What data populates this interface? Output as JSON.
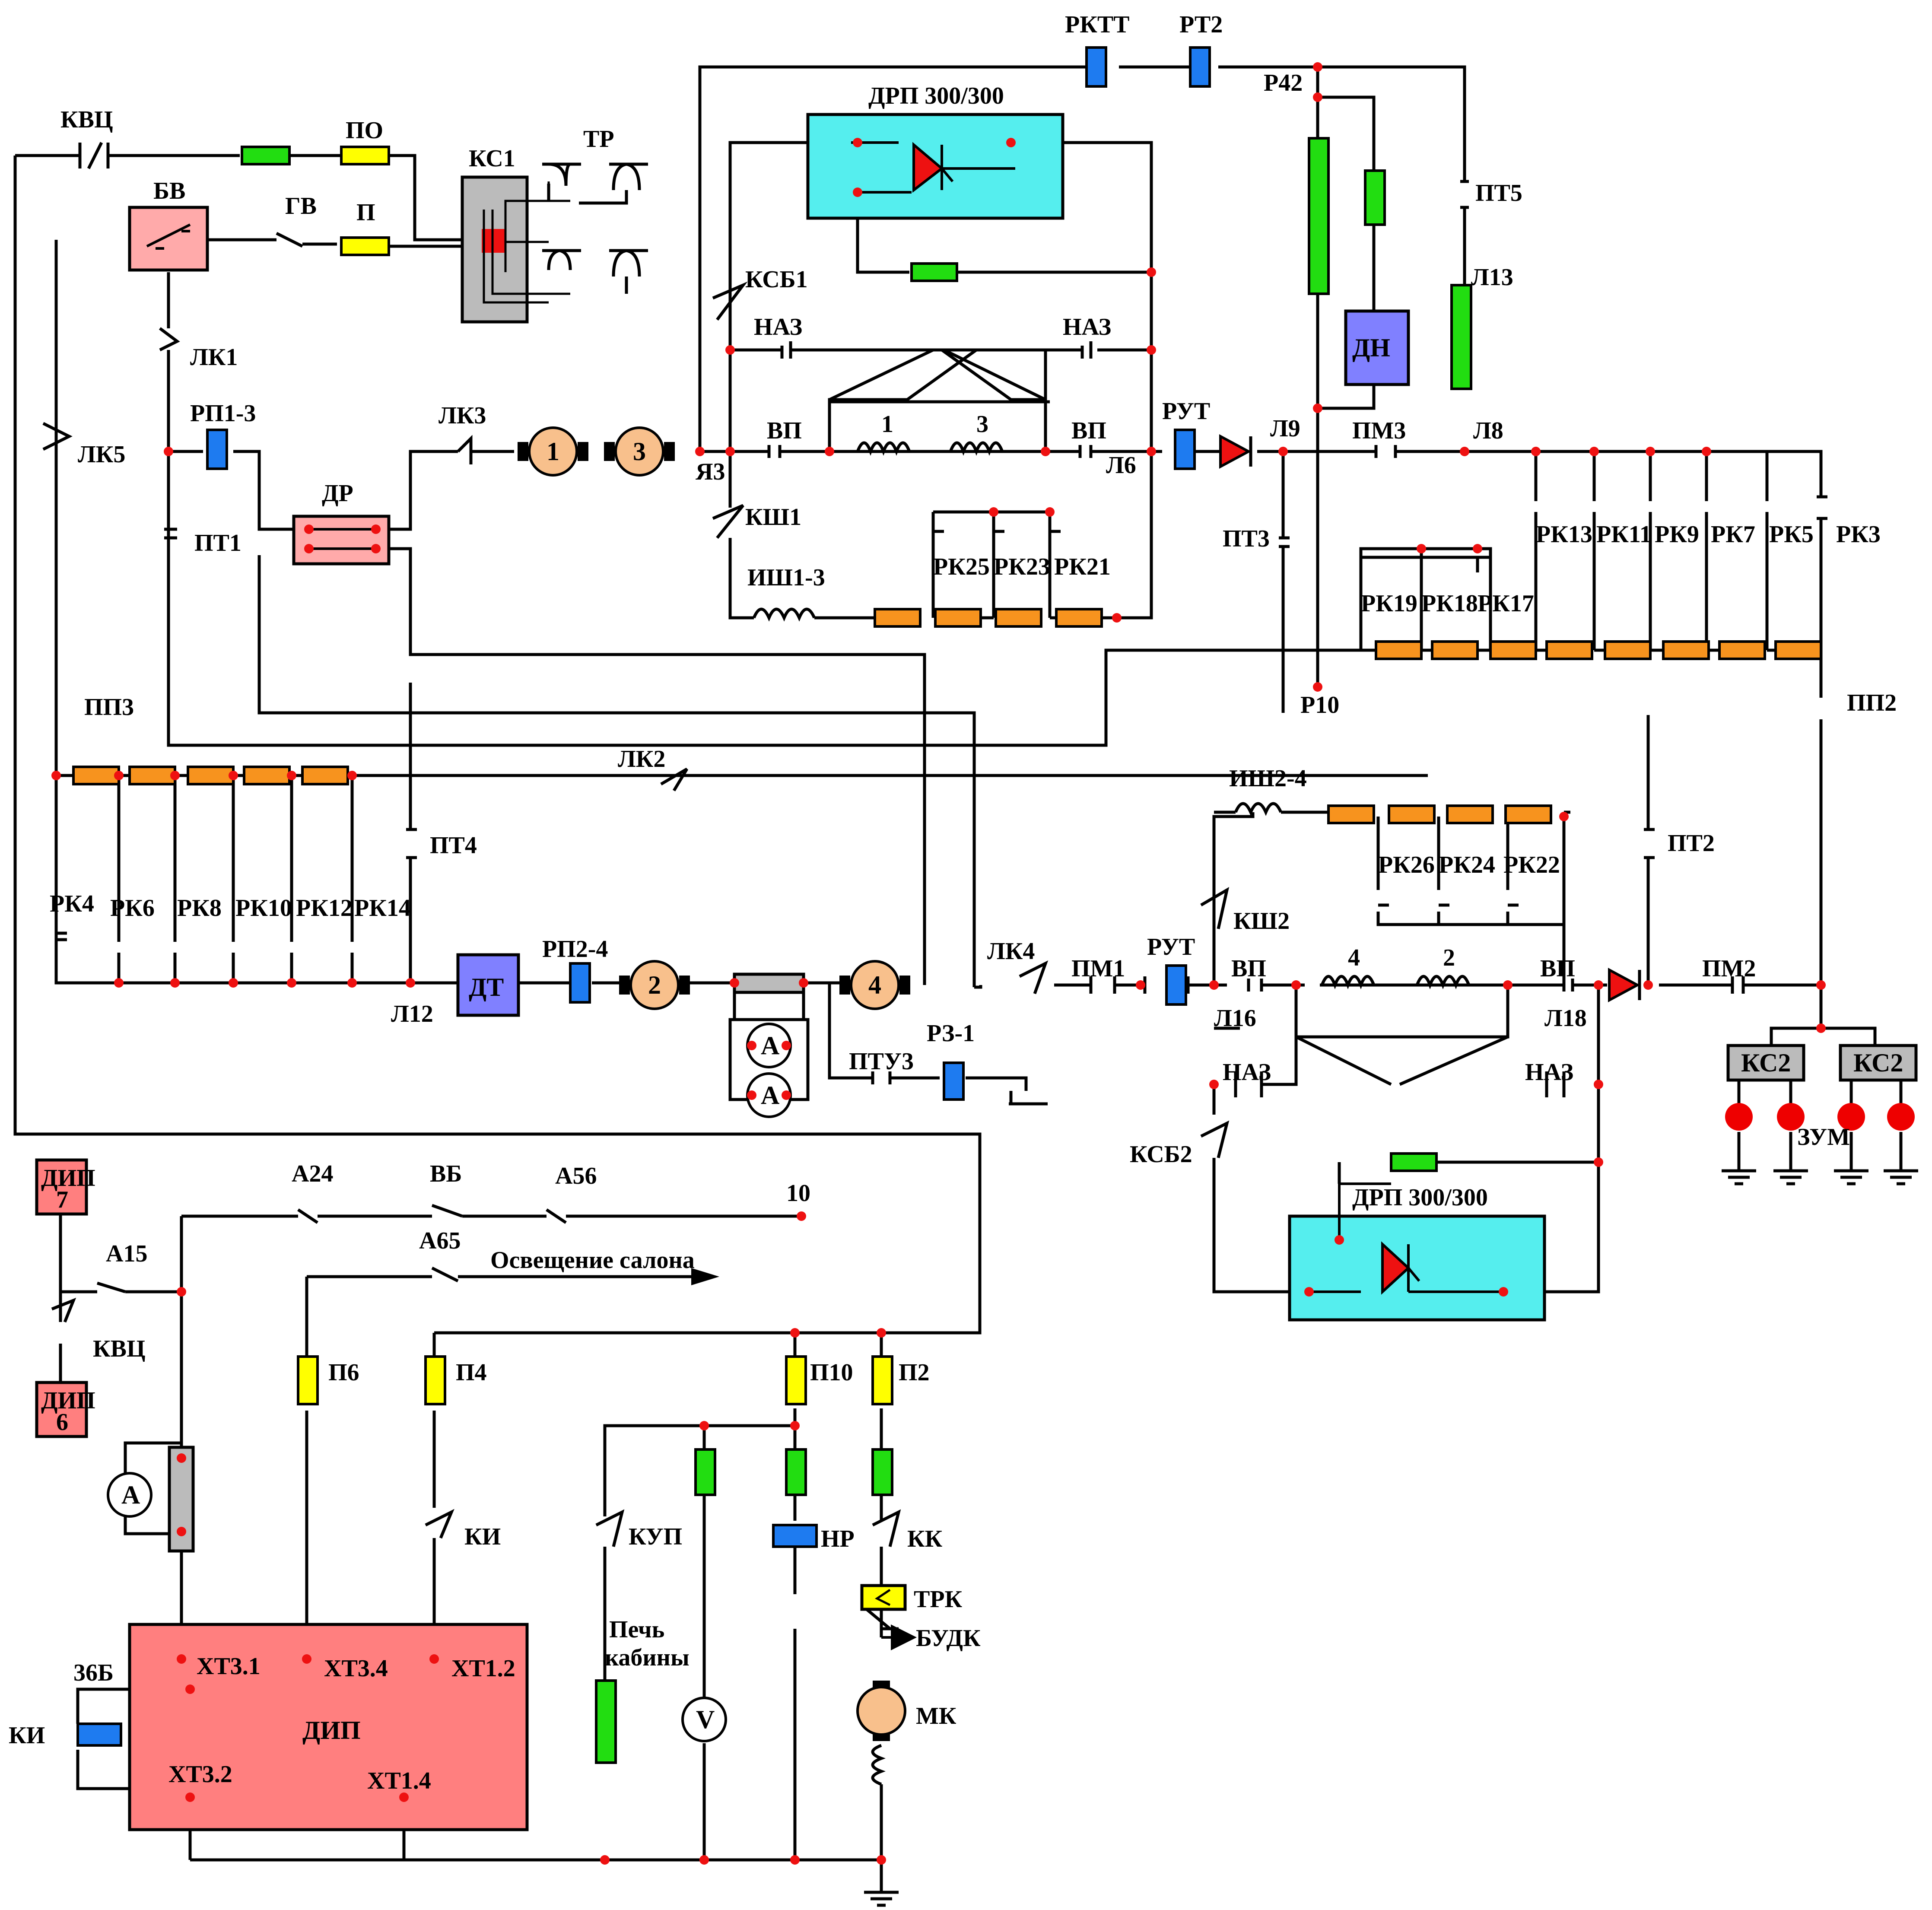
{
  "colors": {
    "resistor": "#f7931e",
    "coil_green": "#22dd11",
    "fuse_yellow": "#ffff00",
    "relay_blue": "#1e7bf0",
    "motor": "#f8c08c",
    "junction": "#ee1111",
    "dip": "#ff7f7f",
    "drp": "#55eeee",
    "grey": "#bbbbbb",
    "violet": "#8080ff",
    "diode": "#ee1111",
    "lamp": "#ee0000"
  },
  "labels": {
    "kvc_top": "КВЦ",
    "po": "ПО",
    "ks1": "КС1",
    "tr": "ТР",
    "bv": "БВ",
    "gv": "ГВ",
    "p": "П",
    "lk1": "ЛК1",
    "lk5": "ЛК5",
    "rp13": "РП1-3",
    "pt1": "ПТ1",
    "dr": "ДР",
    "lk3": "ЛК3",
    "ya3": "Я3",
    "vp1": "ВП",
    "vp2": "ВП",
    "l6": "Л6",
    "rut1": "РУТ",
    "l9": "Л9",
    "pm3": "ПМ3",
    "l8": "Л8",
    "rktt": "РКТТ",
    "rt2": "РТ2",
    "r42": "Р42",
    "drp1": "ДРП 300/300",
    "ksb1": "КСБ1",
    "naz1": "НАЗ",
    "naz2": "НАЗ",
    "pt5": "ПТ5",
    "l13": "Л13",
    "dn": "ДН",
    "ksh1": "КШ1",
    "ish13": "ИШ1-3",
    "rk25": "РК25",
    "rk23": "РК23",
    "rk21": "РК21",
    "pt3": "ПТ3",
    "rk13": "РК13",
    "rk11": "РК11",
    "rk9": "РК9",
    "rk7": "РК7",
    "rk5": "РК5",
    "rk3": "РК3",
    "rk19": "РК19",
    "rk18": "РК18",
    "rk17": "РК17",
    "r10": "Р10",
    "pp2": "ПП2",
    "pp3": "ПП3",
    "lk2": "ЛК2",
    "pt4": "ПТ4",
    "ish24": "ИШ2-4",
    "rk26": "РК26",
    "rk24": "РК24",
    "rk22": "РК22",
    "ksh2": "КШ2",
    "pt2": "ПТ2",
    "rk4": "РК4",
    "rk6": "РК6",
    "rk8": "РК8",
    "rk10": "РК10",
    "rk12": "РК12",
    "rk14": "РК14",
    "l12": "Л12",
    "dt": "ДТ",
    "rp24": "РП2-4",
    "lk4": "ЛК4",
    "pm1": "ПМ1",
    "rut2": "РУТ",
    "vp3": "ВП",
    "vp4": "ВП",
    "l16": "Л16",
    "l18": "Л18",
    "pm2": "ПМ2",
    "ptu3": "ПТУ3",
    "rz1": "РЗ-1",
    "naz3": "НАЗ",
    "naz4": "НАЗ",
    "ksb2": "КСБ2",
    "drp2": "ДРП 300/300",
    "ks2a": "КС2",
    "ks2b": "КС2",
    "zum": "ЗУМ",
    "dip7": "ДИП 7",
    "dip6": "ДИП 6",
    "a15": "А15",
    "kvc_bot": "КВЦ",
    "a24": "А24",
    "vb": "ВБ",
    "a56": "А56",
    "n10": "10",
    "a65": "А65",
    "salon": "Освещение салона",
    "p6": "П6",
    "p4": "П4",
    "p10": "П10",
    "p2": "П2",
    "ki_top": "КИ",
    "kup": "КУП",
    "nr": "НР",
    "kk": "КК",
    "trk": "ТРК",
    "budk": "БУДК",
    "mk": "МК",
    "pech1": "Печь",
    "pech2": "кабины",
    "b36": "36Б",
    "ki_left": "КИ",
    "dip": "ДИП",
    "xt31": "ХТ3.1",
    "xt34": "ХТ3.4",
    "xt12": "ХТ1.2",
    "xt32": "ХТ3.2",
    "xt14": "ХТ1.4",
    "m1": "1",
    "m2": "2",
    "m3": "3",
    "m4": "4",
    "f1": "1",
    "f3": "3",
    "f4": "4",
    "f2": "2",
    "amp": "A",
    "volt": "V"
  }
}
